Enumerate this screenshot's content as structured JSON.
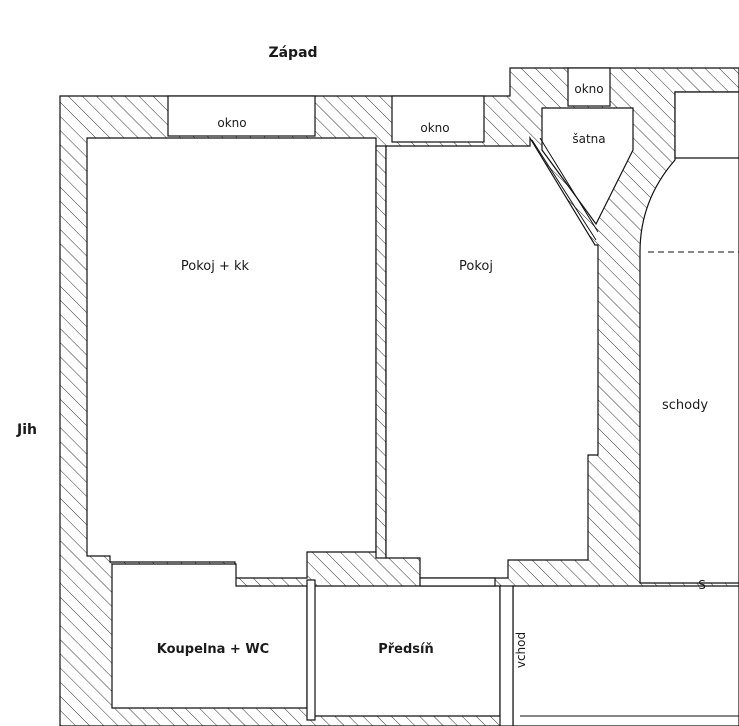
{
  "compass": {
    "west": "Západ",
    "south": "Jih"
  },
  "rooms": {
    "room_kk": "Pokoj + kk",
    "room": "Pokoj",
    "wardrobe": "šatna",
    "stairs": "schody",
    "bathroom": "Koupelna + WC",
    "hall": "Předsíň"
  },
  "windows": {
    "window_1": "okno",
    "window_2": "okno",
    "window_3": "okno"
  },
  "entrance": "vchod",
  "stairs_mark": "S"
}
